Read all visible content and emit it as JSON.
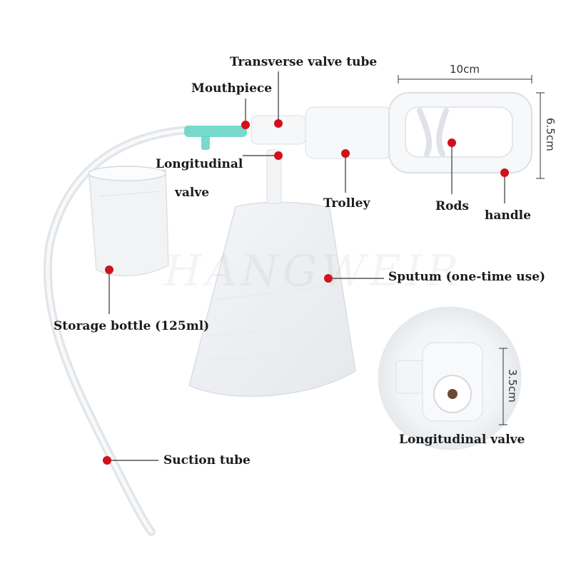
{
  "labels": {
    "transverse_valve_tube": "Transverse valve tube",
    "mouthpiece": "Mouthpiece",
    "longitudinal_line1": "Longitudinal",
    "longitudinal_line2": "valve",
    "trolley": "Trolley",
    "rods": "Rods",
    "handle": "handle",
    "sputum": "Sputum (one-time use)",
    "storage_bottle": "Storage bottle (125ml)",
    "suction_tube": "Suction tube",
    "longitudinal_valve_inset": "Longitudinal valve"
  },
  "dimensions": {
    "width": "10cm",
    "height": "6.5cm",
    "valve": "3.5cm"
  },
  "watermark": "HANGWEIR",
  "colors": {
    "marker": "#d0111b",
    "leader_line": "#333333",
    "label_text": "#1a1a1a",
    "connector": "#5fd3c4"
  }
}
